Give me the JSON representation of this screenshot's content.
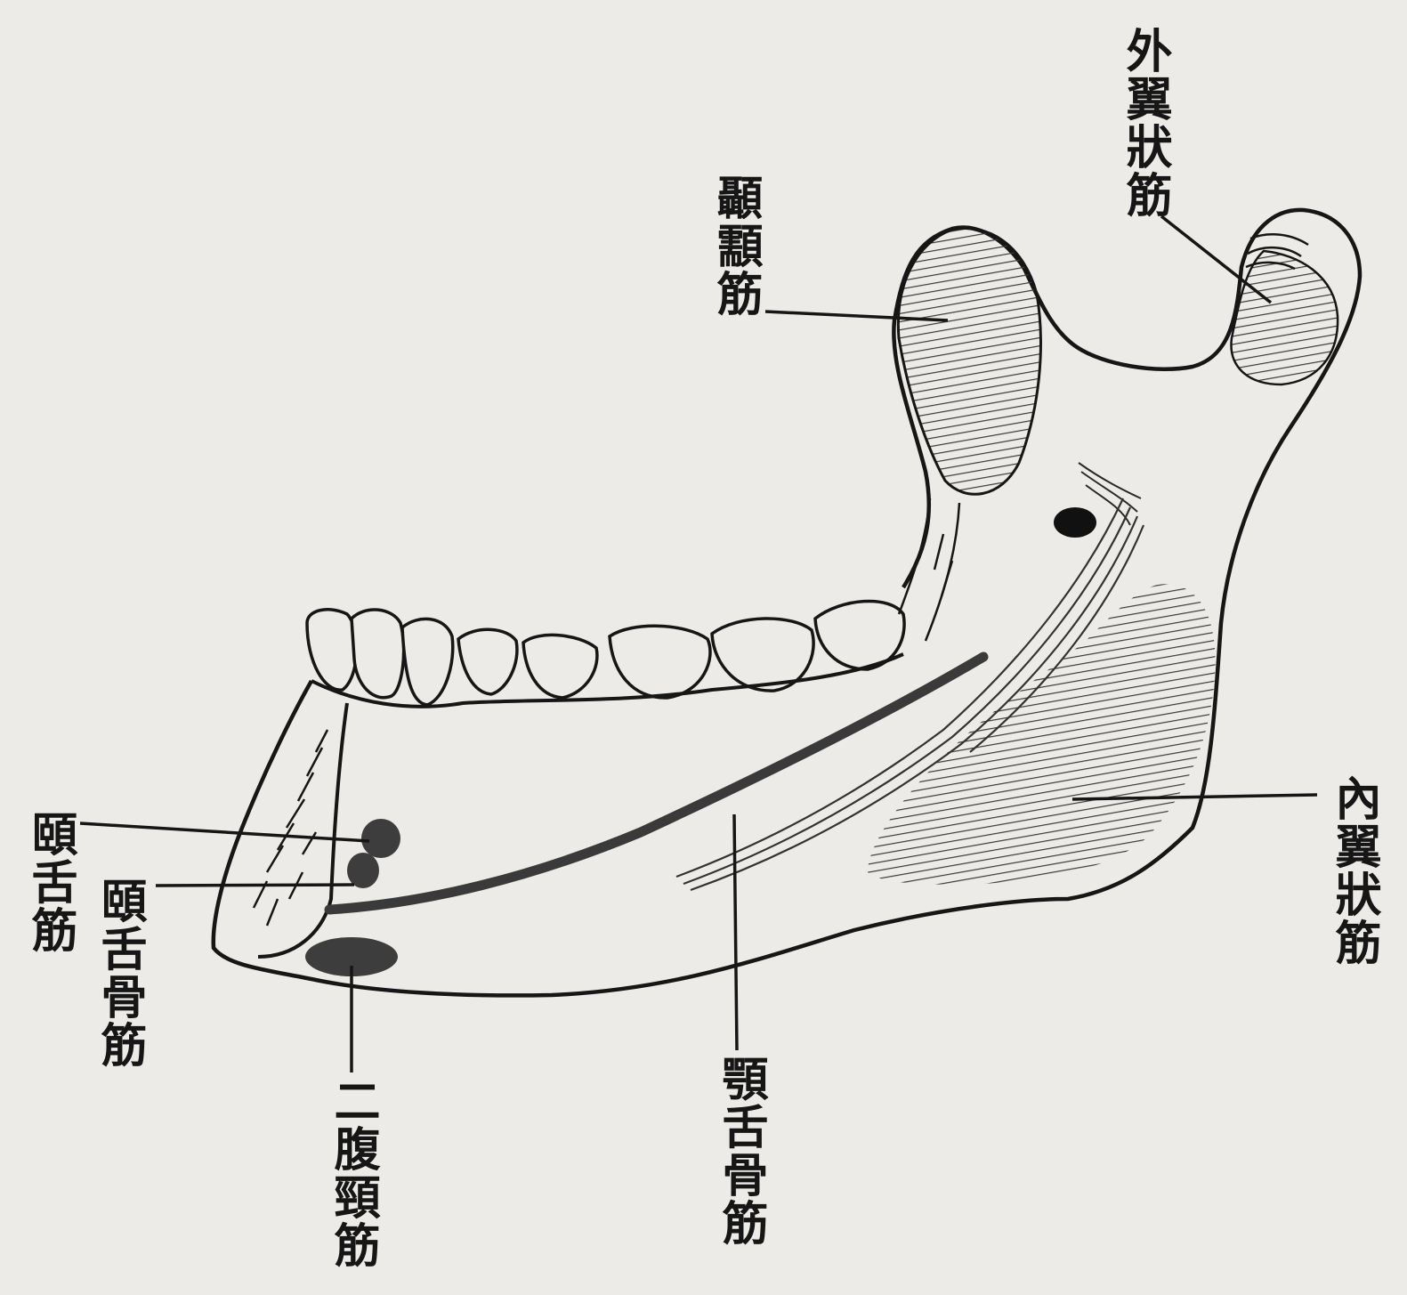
{
  "labels": {
    "lateral_pterygoid": "外翼狀筋",
    "temporalis": "顳顬筋",
    "genioglossus": "頤舌筋",
    "geniohyoid": "頤舌骨筋",
    "digastric": "二腹頸筋",
    "mylohyoid": "顎舌骨筋",
    "medial_pterygoid": "內翼狀筋"
  },
  "colors": {
    "paper": "#ecebe7",
    "ink": "#161616",
    "hatch": "#3a3a3a"
  }
}
